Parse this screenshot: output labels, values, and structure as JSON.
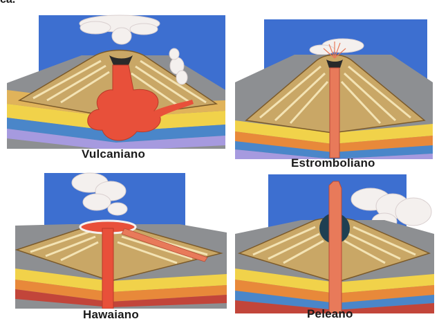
{
  "page": {
    "top_fragment": "ca."
  },
  "panels": [
    {
      "id": "vulcaniano",
      "label": "Vulcaniano"
    },
    {
      "id": "estromboliano",
      "label": "Estromboliano"
    },
    {
      "id": "hawaiano",
      "label": "Hawaiano"
    },
    {
      "id": "peleano",
      "label": "Peleano"
    }
  ],
  "colors": {
    "sky": "#3d6fd0",
    "magma": "#e8503a",
    "conduit": "#e87a5a",
    "cone": "#c9a766",
    "ash_cloud": "#f4f0ee",
    "dome": "#1f3f52",
    "strata": [
      "#f1d24a",
      "#e8893a",
      "#4a86c9",
      "#a69adf",
      "#c2453a"
    ]
  }
}
